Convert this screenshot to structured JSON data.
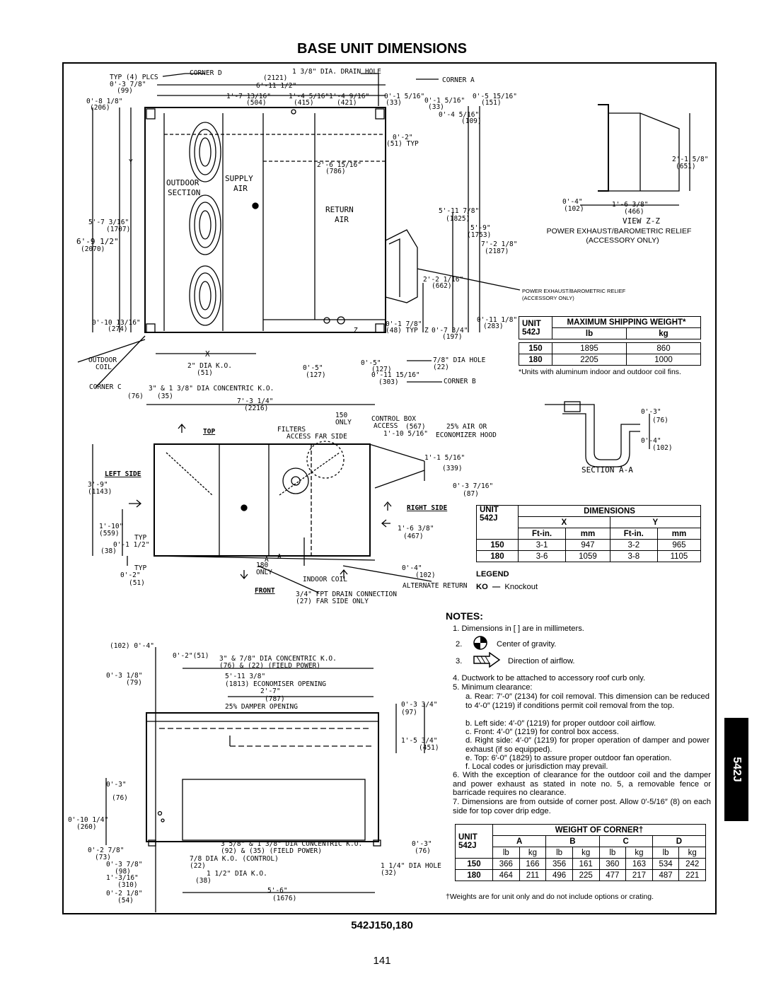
{
  "page": {
    "title": "BASE UNIT DIMENSIONS",
    "model": "542J150,180",
    "page_number": "141",
    "side_tab": "542J"
  },
  "drawing_labels": {
    "top_view": {
      "typ_plcs": "TYP (4) PLCS",
      "corner_d": "CORNER D",
      "drain_hole": "1 3/8\" DIA. DRAIN HOLE",
      "corner_a": "CORNER A",
      "d1": "0'-3 7/8\"",
      "d1mm": "(99)",
      "d2": "6'-11 1/2\"",
      "d2mm": "(2121)",
      "d3": "1'-7 13/16\"",
      "d3mm": "(504)",
      "d4": "1'-4 5/16\"",
      "d4mm": "(415)",
      "d5": "1'-4 9/16\"",
      "d5mm": "(421)",
      "d6": "0'-1 5/16\"",
      "d6mm": "(33)",
      "d7": "0'-5 15/16\"",
      "d7mm": "(151)",
      "d8": "0'-8 1/8\"",
      "d8mm": "(206)",
      "d9": "0'-4 5/16\"",
      "d9mm": "(109)",
      "d10": "0'-2\"",
      "d10mm": "(51) TYP",
      "d11": "2'-6 15/16\"",
      "d11mm": "(786)",
      "y": "Y",
      "outdoor_section": "OUTDOOR SECTION",
      "supply_air": "SUPPLY AIR",
      "return_air": "RETURN AIR",
      "d12": "5'-11 7/8\"",
      "d12mm": "(1825)",
      "d13": "5'-9\"",
      "d13mm": "(1753)",
      "d14": "7'-2 1/8\"",
      "d14mm": "(2187)",
      "d15": "5'-7 3/16\"",
      "d15mm": "(1707)",
      "d16": "6'-9 1/2\"",
      "d16mm": "(2070)",
      "d17": "2'-2 1/16\"",
      "d17mm": "(662)",
      "pe_relief": "POWER EXHAUST/BAROMETRIC RELIEF",
      "pe_relief2": "(ACCESSORY ONLY)",
      "d18": "0'-10 13/16\"",
      "d18mm": "(274)",
      "d19": "0'-11 1/8\"",
      "d19mm": "(283)",
      "d20": "0'-1 7/8\"",
      "d20mm": "(48) TYP",
      "d21": "0'-7 3/4\"",
      "d21mm": "(197)",
      "x": "X",
      "outdoor_coil": "OUTDOOR COIL",
      "ko2": "2\" DIA K.O.",
      "ko2mm": "(51)",
      "d22": "0'-5\"",
      "d22mm": "(127)",
      "d23": "0'-5\"",
      "d23mm": "(127)",
      "d24": "0'-11 15/16\"",
      "d24mm": "(303)",
      "hole78": "7/8\" DIA HOLE",
      "hole78mm": "(22)",
      "corner_b": "CORNER B",
      "corner_c": "CORNER C",
      "concentric": "3\" & 1 3/8\" DIA CONCENTRIC K.O.",
      "d25mm": "(76)",
      "d25bmm": "(35)",
      "d26": "7'-3 1/4\"",
      "d26mm": "(2216)",
      "z": "Z"
    },
    "view_zz": {
      "d1": "2'-1 5/8\"",
      "d1mm": "(651)",
      "d2": "0'-4\"",
      "d2mm": "(102)",
      "d3": "1'-6 3/8\"",
      "d3mm": "(466)",
      "title": "VIEW Z-Z",
      "caption1": "POWER EXHAUST/BAROMETRIC RELIEF",
      "caption2": "(ACCESSORY ONLY)"
    },
    "section_aa": {
      "d1": "0'-3\"",
      "d1mm": "(76)",
      "d2": "0'-4\"",
      "d2mm": "(102)",
      "title": "SECTION A-A"
    },
    "side_view": {
      "top": "TOP",
      "left_side": "LEFT SIDE",
      "right_side": "RIGHT SIDE",
      "front": "FRONT",
      "only150": "150 ONLY",
      "filters": "FILTERS",
      "access_far": "ACCESS FAR SIDE",
      "control_box": "CONTROL BOX ACCESS",
      "d1": "1'-10 5/16\"",
      "d1mm": "(567)",
      "air25": "25% AIR OR ECONOMIZER HOOD",
      "d2": "1'-1 5/16\"",
      "d2mm": "(339)",
      "d3": "3'-9\"",
      "d3mm": "(1143)",
      "d4": "0'-3 7/16\"",
      "d4mm": "(87)",
      "d5": "1'-6 3/8\"",
      "d5mm": "(467)",
      "d6": "1'-10\"",
      "d6mm": "(559)",
      "typ": "TYP",
      "d7": "0'-1 1/2\"",
      "d7mm": "(38)",
      "d8": "0'-2\"",
      "d8mm": "(51)",
      "only180": "180 ONLY",
      "indoor_coil": "INDOOR COIL",
      "d9": "0'-4\"",
      "d9mm": "(102)",
      "alt_return": "ALTERNATE RETURN",
      "drain": "3/4\" FPT DRAIN CONNECTION",
      "drain2": "(27) FAR SIDE ONLY",
      "a": "A"
    },
    "bottom_view": {
      "d1": "(102) 0'-4\"",
      "d2": "0'-2\"(51)",
      "ko1": "3\" & 7/8\" DIA CONCENTRIC K.O.",
      "ko1b": "(76) & (22) (FIELD POWER)",
      "d3": "0'-3 1/8\"",
      "d3mm": "(79)",
      "d4": "5'-11 3/8\"",
      "d4mm": "(1813) ECONOMISER OPENING",
      "d5": "2'-7\"",
      "d5mm": "(787)",
      "damper": "25% DAMPER OPENING",
      "d6": "0'-3 3/4\"",
      "d6mm": "(97)",
      "d7": "1'-5 3/4\"",
      "d7mm": "(451)",
      "d8": "0'-3\"",
      "d8mm": "(76)",
      "d9": "0'-10 1/4\"",
      "d9mm": "(260)",
      "d10": "0'-2 7/8\"",
      "d10mm": "(73)",
      "d11": "0'-3 7/8\"",
      "d11mm": "(98)",
      "d12": "1'-3/16\"",
      "d12mm": "(310)",
      "d13": "0'-2 1/8\"",
      "d13mm": "(54)",
      "ko2": "3 5/8\" & 1 3/8\" DIA CONCENTRIC K.O.",
      "ko2b": "(92) & (35) (FIELD POWER)",
      "ko3": "7/8 DIA K.O. (CONTROL)",
      "ko3b": "(22)",
      "ko4": "1 1/2\" DIA K.O.",
      "ko4b": "(38)",
      "d14": "0'-3\"",
      "d14mm": "(76)",
      "hole": "1 1/4\" DIA HOLE",
      "holemm": "(32)",
      "d15": "5'-6\"",
      "d15mm": "(1676)"
    }
  },
  "shipping_table": {
    "unit_header": "UNIT",
    "unit_sub": "542J",
    "title": "MAXIMUM SHIPPING WEIGHT*",
    "lb": "lb",
    "kg": "kg",
    "rows": [
      {
        "unit": "150",
        "lb": "1895",
        "kg": "860"
      },
      {
        "unit": "180",
        "lb": "2205",
        "kg": "1000"
      }
    ],
    "footnote": "*Units with aluminum indoor and outdoor coil fins."
  },
  "dimensions_table": {
    "unit_header": "UNIT",
    "unit_sub": "542J",
    "title": "DIMENSIONS",
    "x": "X",
    "y": "Y",
    "ftin": "Ft-in.",
    "mm": "mm",
    "rows": [
      {
        "unit": "150",
        "x_ft": "3-1",
        "x_mm": "947",
        "y_ft": "3-2",
        "y_mm": "965"
      },
      {
        "unit": "180",
        "x_ft": "3-6",
        "x_mm": "1059",
        "y_ft": "3-8",
        "y_mm": "1105"
      }
    ]
  },
  "legend": {
    "title": "LEGEND",
    "ko": "KO",
    "dash": "—",
    "ko_text": "Knockout"
  },
  "notes": {
    "title": "NOTES:",
    "n1": "1.  Dimensions in [   ] are in millimeters.",
    "n2num": "2.",
    "n2": "Center of gravity.",
    "n3num": "3.",
    "n3": "Direction of airflow.",
    "n4": "4.  Ductwork to be attached to accessory roof curb only.",
    "n5": "5.  Minimum clearance:",
    "n5a": "a.  Rear: 7′-0″ (2134) for coil removal. This dimension can be reduced to 4′-0″ (1219) if conditions permit coil removal from the top.",
    "n5b": "b.  Left side: 4′-0″ (1219) for proper outdoor coil airflow.",
    "n5c": "c.  Front: 4′-0″ (1219) for control box access.",
    "n5d": "d.  Right side: 4′-0″ (1219) for proper operation of damper and power exhaust (if so equipped).",
    "n5e": "e.  Top: 6′-0″ (1829) to assure proper outdoor fan operation.",
    "n5f": "f.  Local codes or jurisdiction may prevail.",
    "n6": "6.  With the exception of clearance for the outdoor coil and the damper and power exhaust as stated in note no. 5, a removable fence or barricade requires no clearance.",
    "n7": "7.  Dimensions are from outside of corner post. Allow 0′-5/16″ (8) on each side for top cover drip edge."
  },
  "corner_table": {
    "unit_header": "UNIT",
    "unit_sub": "542J",
    "title": "WEIGHT OF CORNER†",
    "cols": [
      "A",
      "B",
      "C",
      "D"
    ],
    "lb": "lb",
    "kg": "kg",
    "rows": [
      {
        "unit": "150",
        "vals": [
          "366",
          "166",
          "356",
          "161",
          "360",
          "163",
          "534",
          "242"
        ]
      },
      {
        "unit": "180",
        "vals": [
          "464",
          "211",
          "496",
          "225",
          "477",
          "217",
          "487",
          "221"
        ]
      }
    ],
    "footnote": "†Weights are for unit only and do not include options or crating."
  }
}
